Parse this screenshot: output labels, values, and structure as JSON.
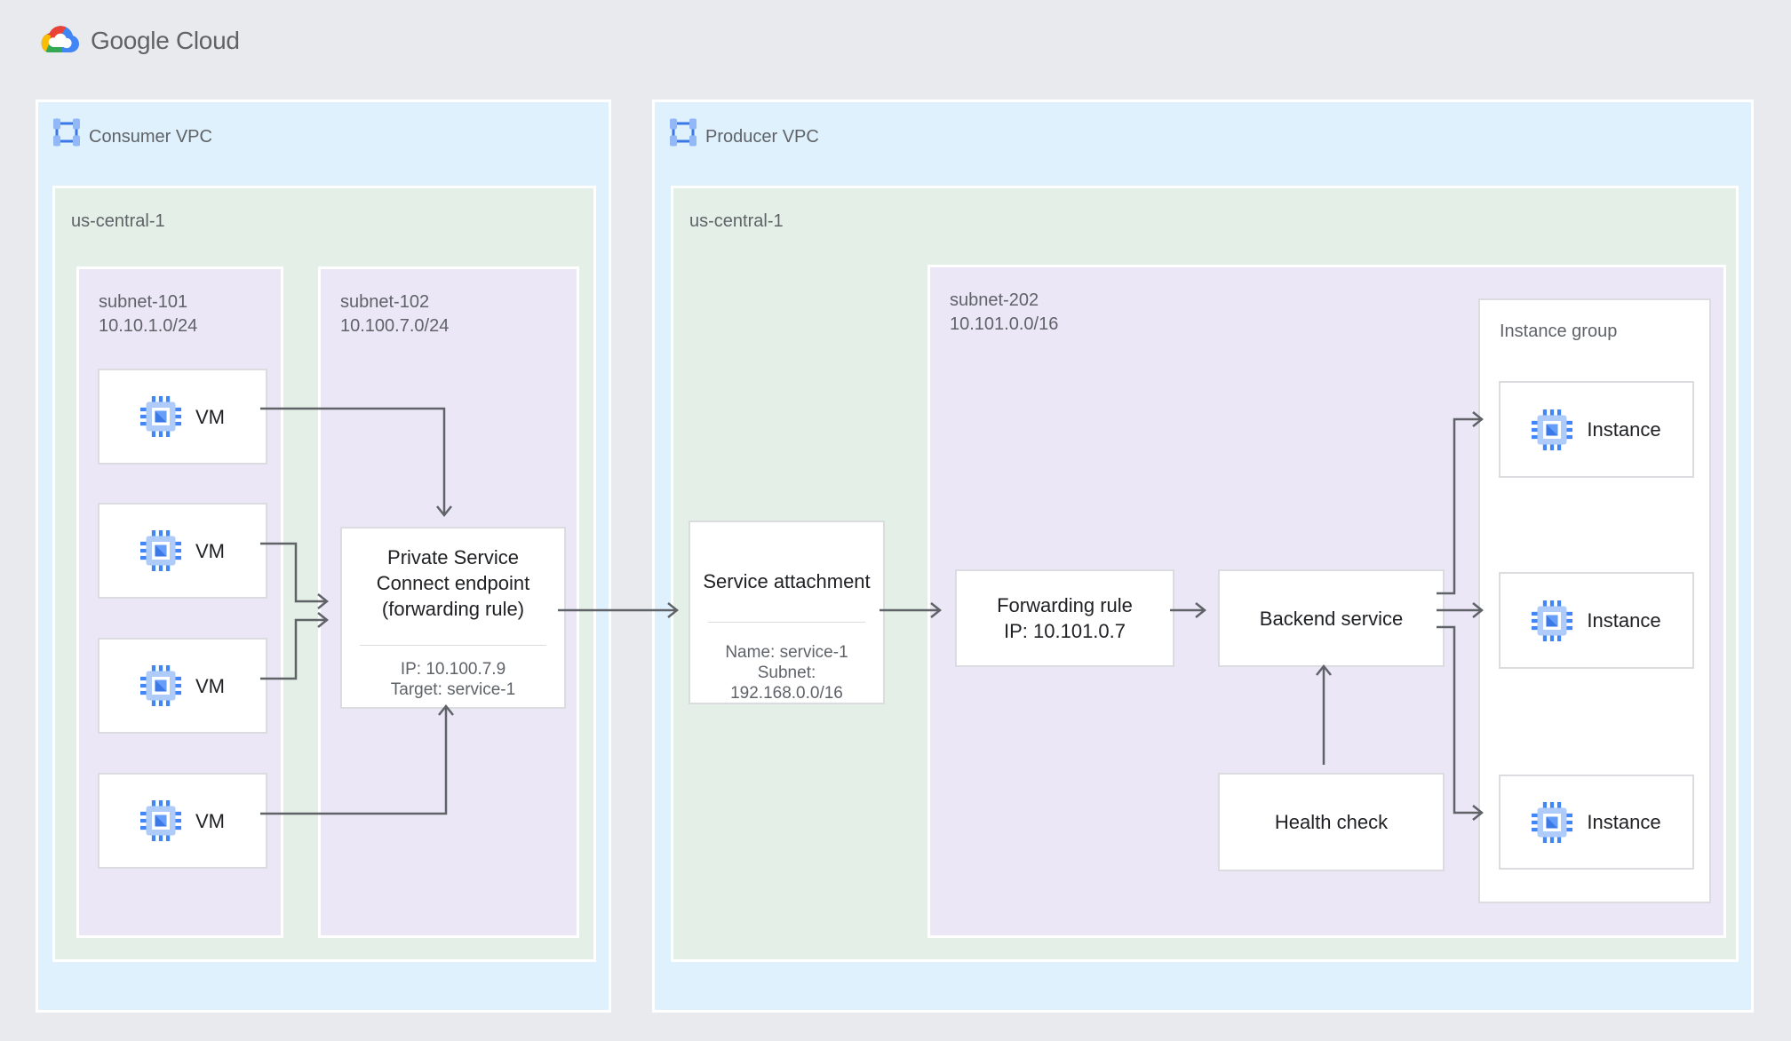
{
  "header": {
    "logo_text": "Google Cloud"
  },
  "consumer_vpc": {
    "label": "Consumer VPC",
    "region": {
      "label": "us-central-1"
    },
    "subnet101": {
      "label": "subnet-101\n10.10.1.0/24"
    },
    "subnet102": {
      "label": "subnet-102\n10.100.7.0/24"
    },
    "vms": [
      {
        "label": "VM"
      },
      {
        "label": "VM"
      },
      {
        "label": "VM"
      },
      {
        "label": "VM"
      }
    ],
    "psc_endpoint": {
      "title": "Private Service Connect endpoint (forwarding rule)",
      "ip": "IP: 10.100.7.9",
      "target": "Target: service-1"
    }
  },
  "producer_vpc": {
    "label": "Producer VPC",
    "region": {
      "label": "us-central-1"
    },
    "service_attachment": {
      "title": "Service attachment",
      "name": "Name: service-1",
      "subnet_line1": "Subnet:",
      "subnet_line2": "192.168.0.0/16"
    },
    "subnet202": {
      "label": "subnet-202\n10.101.0.0/16"
    },
    "forwarding_rule": {
      "title": "Forwarding rule",
      "ip": "IP: 10.101.0.7"
    },
    "backend_service": {
      "title": "Backend service"
    },
    "health_check": {
      "title": "Health check"
    },
    "instance_group": {
      "label": "Instance group",
      "instances": [
        {
          "label": "Instance"
        },
        {
          "label": "Instance"
        },
        {
          "label": "Instance"
        }
      ]
    }
  },
  "colors": {
    "background": "#e9eaed",
    "vpc_fill": "#def1fc",
    "region_fill": "#e3efe7",
    "subnet_fill": "#ebe7f7",
    "node_border": "#dadce0",
    "arrow": "#5f6368",
    "title_text": "#202124",
    "label_text": "#5f6368",
    "google_blue": "#4285f4",
    "google_red": "#ea4335",
    "google_yellow": "#fbbc04",
    "google_green": "#34a853"
  }
}
